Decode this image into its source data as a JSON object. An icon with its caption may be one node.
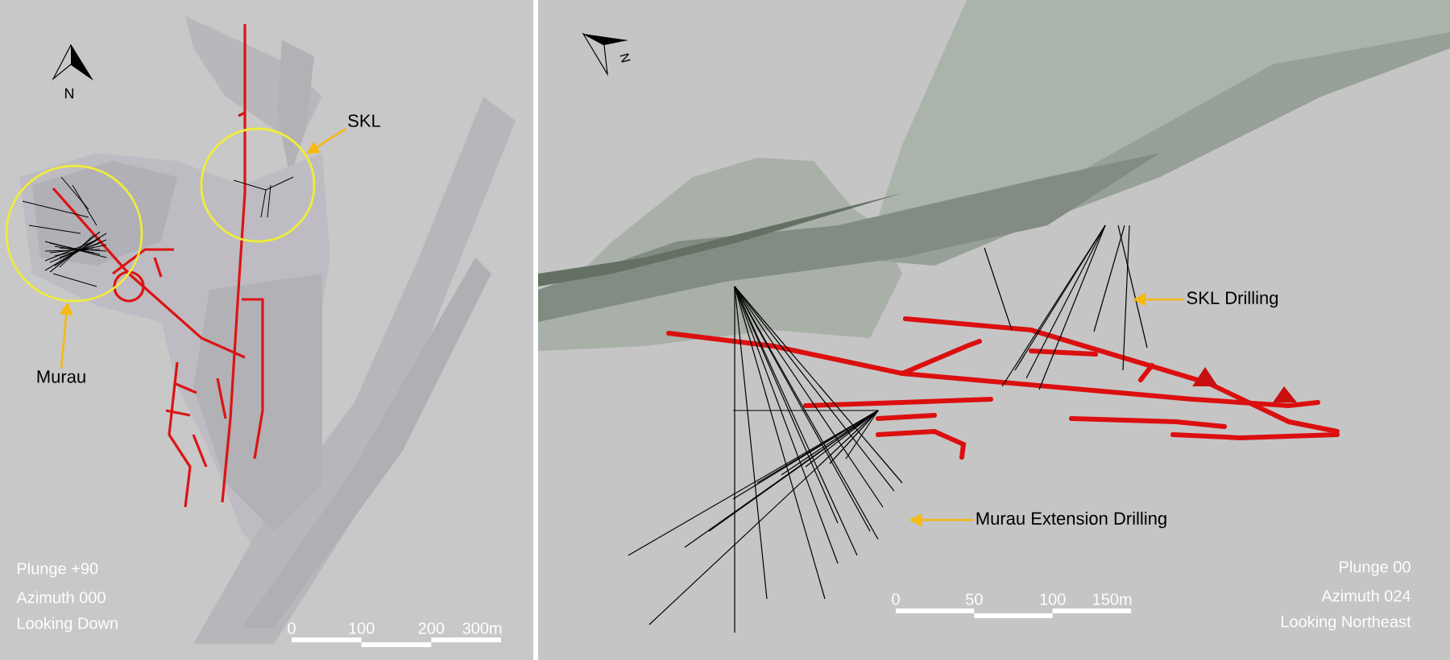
{
  "diagram": {
    "nodes": [
      {
        "text": [],
        "shape": "circle"
      },
      {
        "text": [],
        "shape": "circle"
      },
      {
        "text": [
          "SKL"
        ]
      },
      {
        "text": [
          "Murau"
        ]
      },
      {
        "text": [
          "SKL Drilling"
        ]
      },
      {
        "text": [
          "Murau Extension Drilling"
        ]
      }
    ],
    "edges": [
      {
        "from": 2,
        "to": 1,
        "arrow": "to"
      },
      {
        "from": 3,
        "to": 0,
        "arrow": "to"
      },
      {
        "from": 4,
        "to": null,
        "arrow": "to"
      },
      {
        "from": 5,
        "to": null,
        "arrow": "to"
      }
    ],
    "labels": [
      "N",
      "Plunge +90",
      "Azimuth 000",
      "Looking Down",
      "0",
      "100",
      "200",
      "300m",
      "N",
      "Plunge 00",
      "Azimuth 024",
      "Looking Northeast",
      "0",
      "50",
      "100",
      "150m"
    ]
  }
}
